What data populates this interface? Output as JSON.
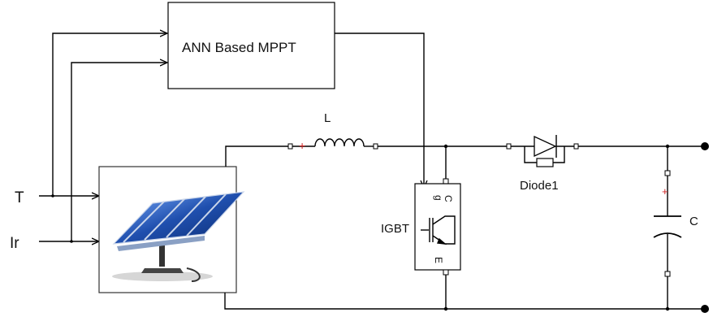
{
  "blocks": {
    "mppt": {
      "label": "ANN Based MPPT"
    },
    "inductor": {
      "label": "L"
    },
    "igbt": {
      "label": "IGBT",
      "pin_g": "g",
      "pin_c": "C",
      "pin_e": "E"
    },
    "diode": {
      "label": "Diode1"
    },
    "capacitor": {
      "label": "C"
    }
  },
  "inputs": {
    "temperature": "T",
    "irradiance": "Ir"
  },
  "caption_fragment": "",
  "colors": {
    "wire": "#000000",
    "block_border": "#000000",
    "polarity_mark": "#cc2222",
    "panel_blue": "#1f4fae"
  }
}
